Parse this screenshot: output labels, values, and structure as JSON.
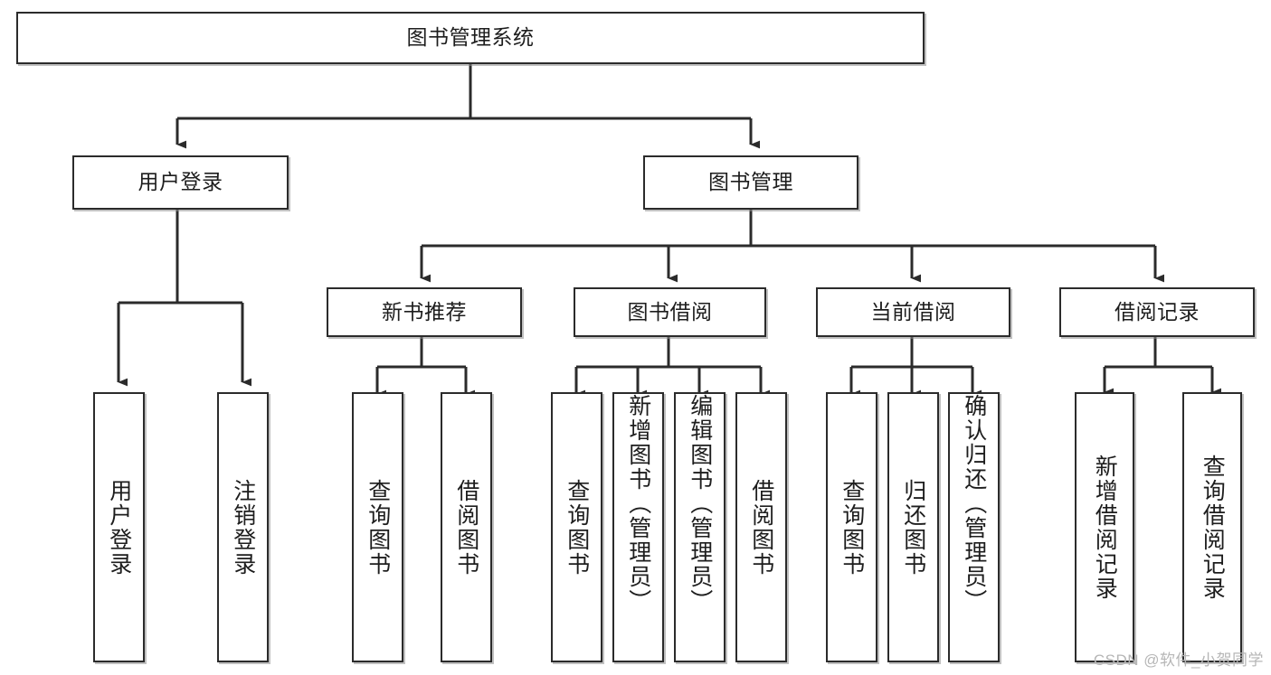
{
  "diagram": {
    "title": "图书管理系统",
    "type": "hierarchy-tree",
    "watermark": "CSDN @软件_小贺同学",
    "colors": {
      "box_border": "#2b2b2b",
      "box_fill": "#ffffff",
      "connector": "#2b2b2b",
      "text": "#1d1d1d",
      "watermark": "#b6b6b6",
      "background": "#ffffff"
    },
    "nodes": {
      "root": {
        "label": "图书管理系统"
      },
      "level2": [
        {
          "id": "user-login",
          "label": "用户登录"
        },
        {
          "id": "book-management",
          "label": "图书管理"
        }
      ],
      "level3": [
        {
          "id": "new-book-recommend",
          "label": "新书推荐"
        },
        {
          "id": "book-borrow",
          "label": "图书借阅"
        },
        {
          "id": "current-borrow",
          "label": "当前借阅"
        },
        {
          "id": "borrow-record",
          "label": "借阅记录"
        }
      ],
      "leaves": {
        "user-login": [
          {
            "id": "leaf-user-login",
            "label": "用户登录"
          },
          {
            "id": "leaf-logout",
            "label": "注销登录"
          }
        ],
        "new-book-recommend": [
          {
            "id": "leaf-query-book-1",
            "label": "查询图书"
          },
          {
            "id": "leaf-borrow-book-1",
            "label": "借阅图书"
          }
        ],
        "book-borrow": [
          {
            "id": "leaf-query-book-2",
            "label": "查询图书"
          },
          {
            "id": "leaf-add-book",
            "label": "新增图书（管理员）"
          },
          {
            "id": "leaf-edit-book",
            "label": "编辑图书（管理员）"
          },
          {
            "id": "leaf-borrow-book-2",
            "label": "借阅图书"
          }
        ],
        "current-borrow": [
          {
            "id": "leaf-query-book-3",
            "label": "查询图书"
          },
          {
            "id": "leaf-return-book",
            "label": "归还图书"
          },
          {
            "id": "leaf-confirm-return",
            "label": "确认归还（管理员）"
          }
        ],
        "borrow-record": [
          {
            "id": "leaf-add-record",
            "label": "新增借阅记录"
          },
          {
            "id": "leaf-query-record",
            "label": "查询借阅记录"
          }
        ]
      }
    }
  }
}
